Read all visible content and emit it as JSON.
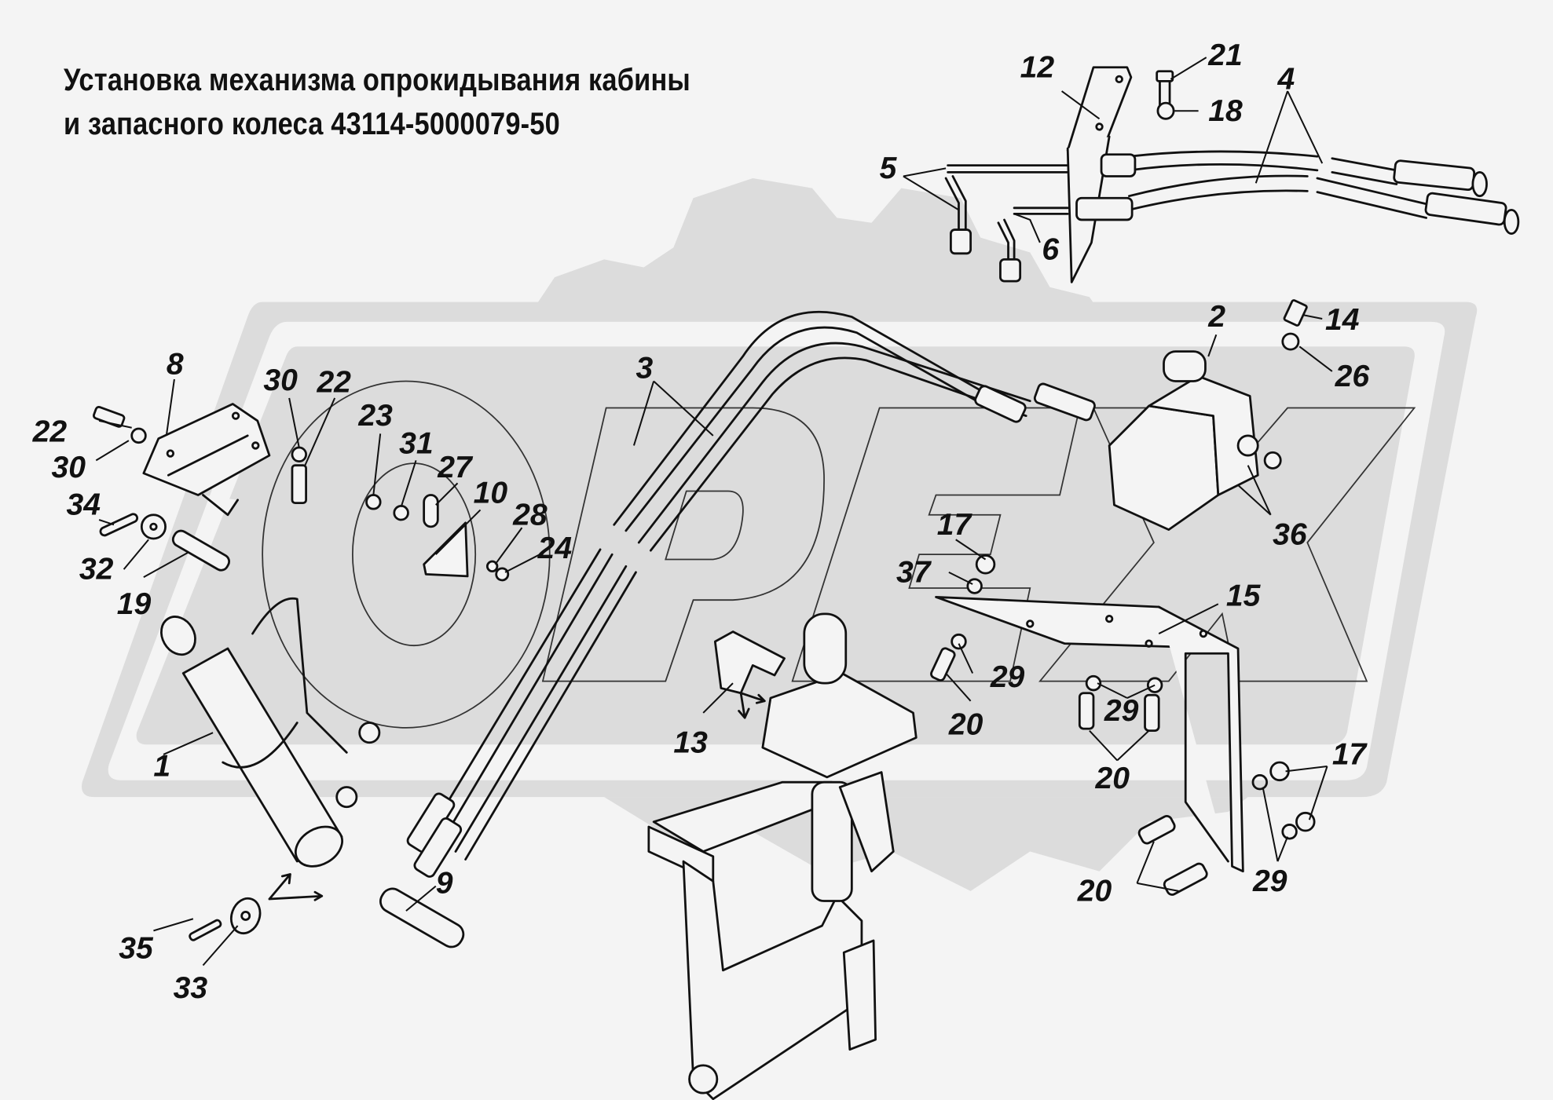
{
  "document": {
    "title_line1": "Установка механизма опрокидывания кабины",
    "title_line2": "и запасного колеса 43114-5000079-50",
    "watermark": "OPEX",
    "colors": {
      "background": "#f4f4f4",
      "watermark": "#dcdcdc",
      "ink": "#111111"
    }
  },
  "callouts": [
    {
      "id": "c1",
      "text": "1"
    },
    {
      "id": "c2",
      "text": "2"
    },
    {
      "id": "c3",
      "text": "3"
    },
    {
      "id": "c4",
      "text": "4"
    },
    {
      "id": "c5",
      "text": "5"
    },
    {
      "id": "c6",
      "text": "6"
    },
    {
      "id": "c8",
      "text": "8"
    },
    {
      "id": "c9",
      "text": "9"
    },
    {
      "id": "c10",
      "text": "10"
    },
    {
      "id": "c12",
      "text": "12"
    },
    {
      "id": "c13",
      "text": "13"
    },
    {
      "id": "c14",
      "text": "14"
    },
    {
      "id": "c15",
      "text": "15"
    },
    {
      "id": "c17a",
      "text": "17"
    },
    {
      "id": "c17b",
      "text": "17"
    },
    {
      "id": "c18",
      "text": "18"
    },
    {
      "id": "c19",
      "text": "19"
    },
    {
      "id": "c20a",
      "text": "20"
    },
    {
      "id": "c20b",
      "text": "20"
    },
    {
      "id": "c20c",
      "text": "20"
    },
    {
      "id": "c21",
      "text": "21"
    },
    {
      "id": "c22a",
      "text": "22"
    },
    {
      "id": "c22b",
      "text": "22"
    },
    {
      "id": "c23",
      "text": "23"
    },
    {
      "id": "c24",
      "text": "24"
    },
    {
      "id": "c26",
      "text": "26"
    },
    {
      "id": "c27",
      "text": "27"
    },
    {
      "id": "c28",
      "text": "28"
    },
    {
      "id": "c29a",
      "text": "29"
    },
    {
      "id": "c29b",
      "text": "29"
    },
    {
      "id": "c29c",
      "text": "29"
    },
    {
      "id": "c30a",
      "text": "30"
    },
    {
      "id": "c30b",
      "text": "30"
    },
    {
      "id": "c31",
      "text": "31"
    },
    {
      "id": "c32",
      "text": "32"
    },
    {
      "id": "c33",
      "text": "33"
    },
    {
      "id": "c34",
      "text": "34"
    },
    {
      "id": "c35",
      "text": "35"
    },
    {
      "id": "c36",
      "text": "36"
    },
    {
      "id": "c37",
      "text": "37"
    }
  ]
}
